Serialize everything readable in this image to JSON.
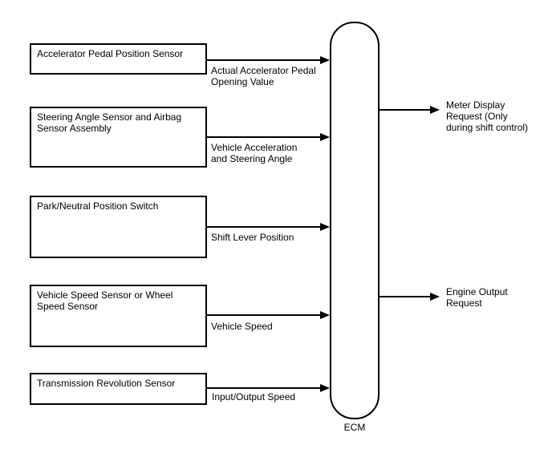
{
  "diagram": {
    "background": "#ffffff",
    "line_color": "#000000",
    "text_color": "#000000",
    "ecm": {
      "label": "ECM"
    },
    "inputs": [
      {
        "source": "Accelerator Pedal Position Sensor",
        "signal": "Actual Accelerator Pedal\nOpening Value"
      },
      {
        "source": "Steering Angle Sensor and Airbag\nSensor Assembly",
        "signal": "Vehicle Acceleration\nand Steering Angle"
      },
      {
        "source": "Park/Neutral Position Switch",
        "signal": "Shift Lever Position"
      },
      {
        "source": "Vehicle Speed Sensor or Wheel\nSpeed Sensor",
        "signal": "Vehicle Speed"
      },
      {
        "source": "Transmission Revolution Sensor",
        "signal": "Input/Output Speed"
      }
    ],
    "outputs": [
      {
        "signal": "Meter Display\nRequest (Only\nduring shift control)"
      },
      {
        "signal": "Engine Output\nRequest"
      }
    ]
  }
}
